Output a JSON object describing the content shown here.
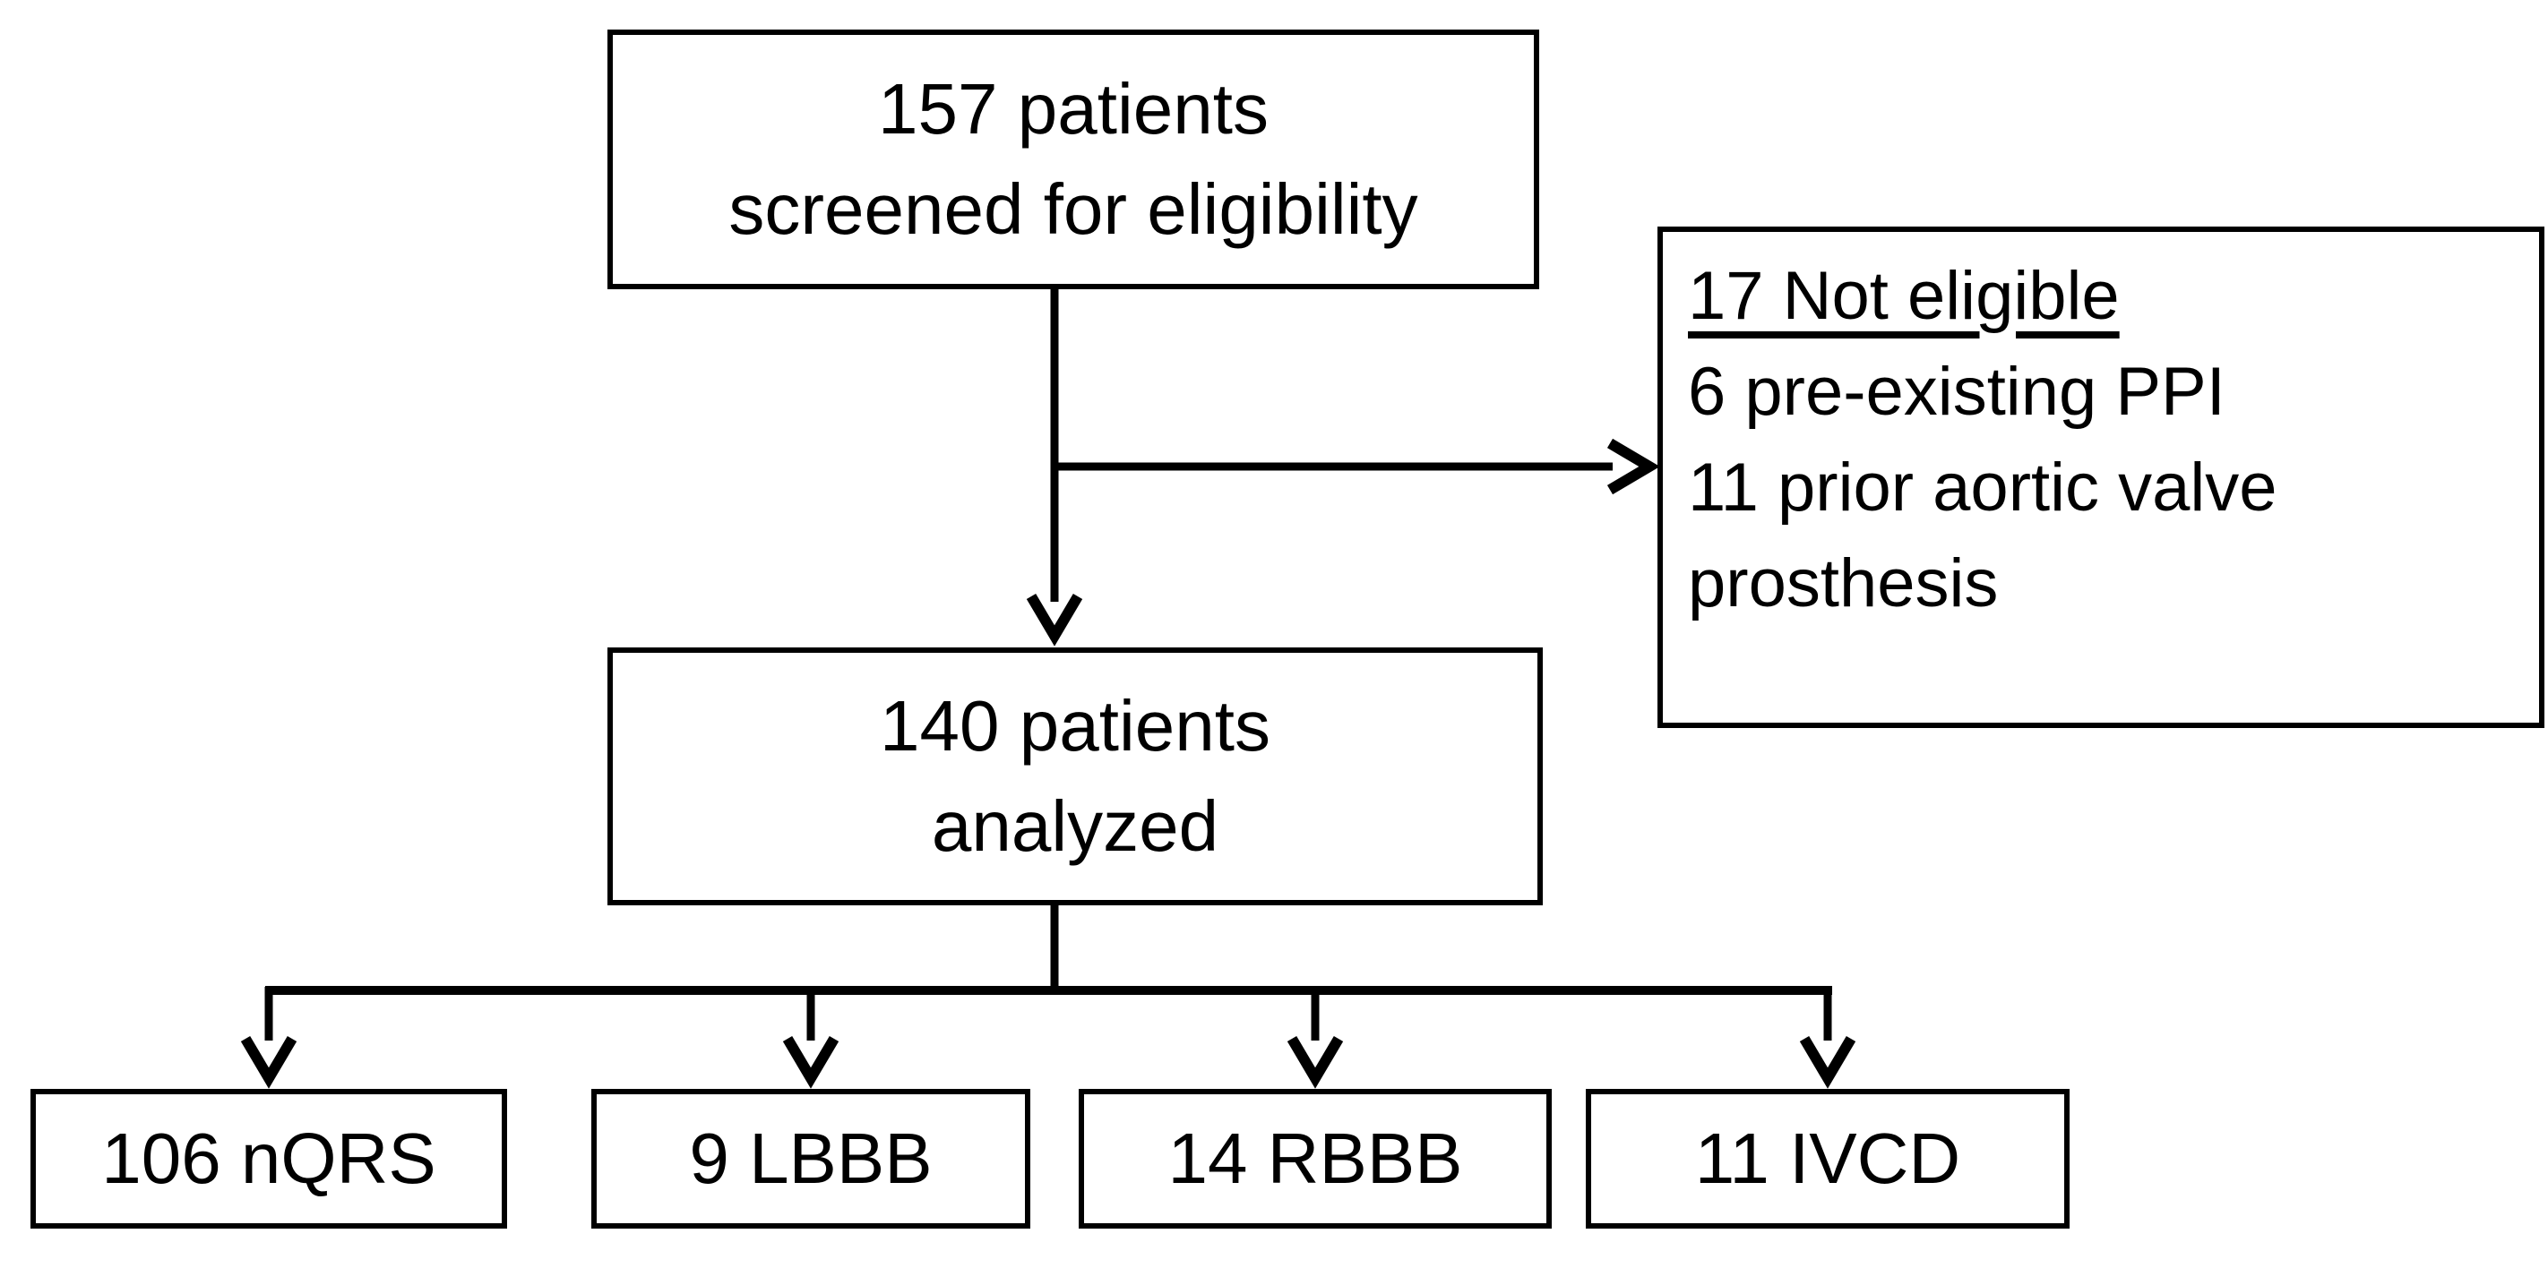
{
  "colors": {
    "background": "#ffffff",
    "line": "#000000",
    "box_border": "#000000",
    "text": "#000000"
  },
  "boxes": {
    "screened": {
      "lines": [
        "157 patients",
        "screened for eligibility"
      ]
    },
    "not_eligible": {
      "title": "17 Not eligible",
      "items": [
        "6 pre-existing PPI",
        "11 prior aortic valve prosthesis"
      ]
    },
    "analyzed": {
      "lines": [
        "140 patients",
        "analyzed"
      ]
    },
    "outcomes": [
      "106 nQRS",
      "9 LBBB",
      "14 RBBB",
      "11 IVCD"
    ]
  }
}
